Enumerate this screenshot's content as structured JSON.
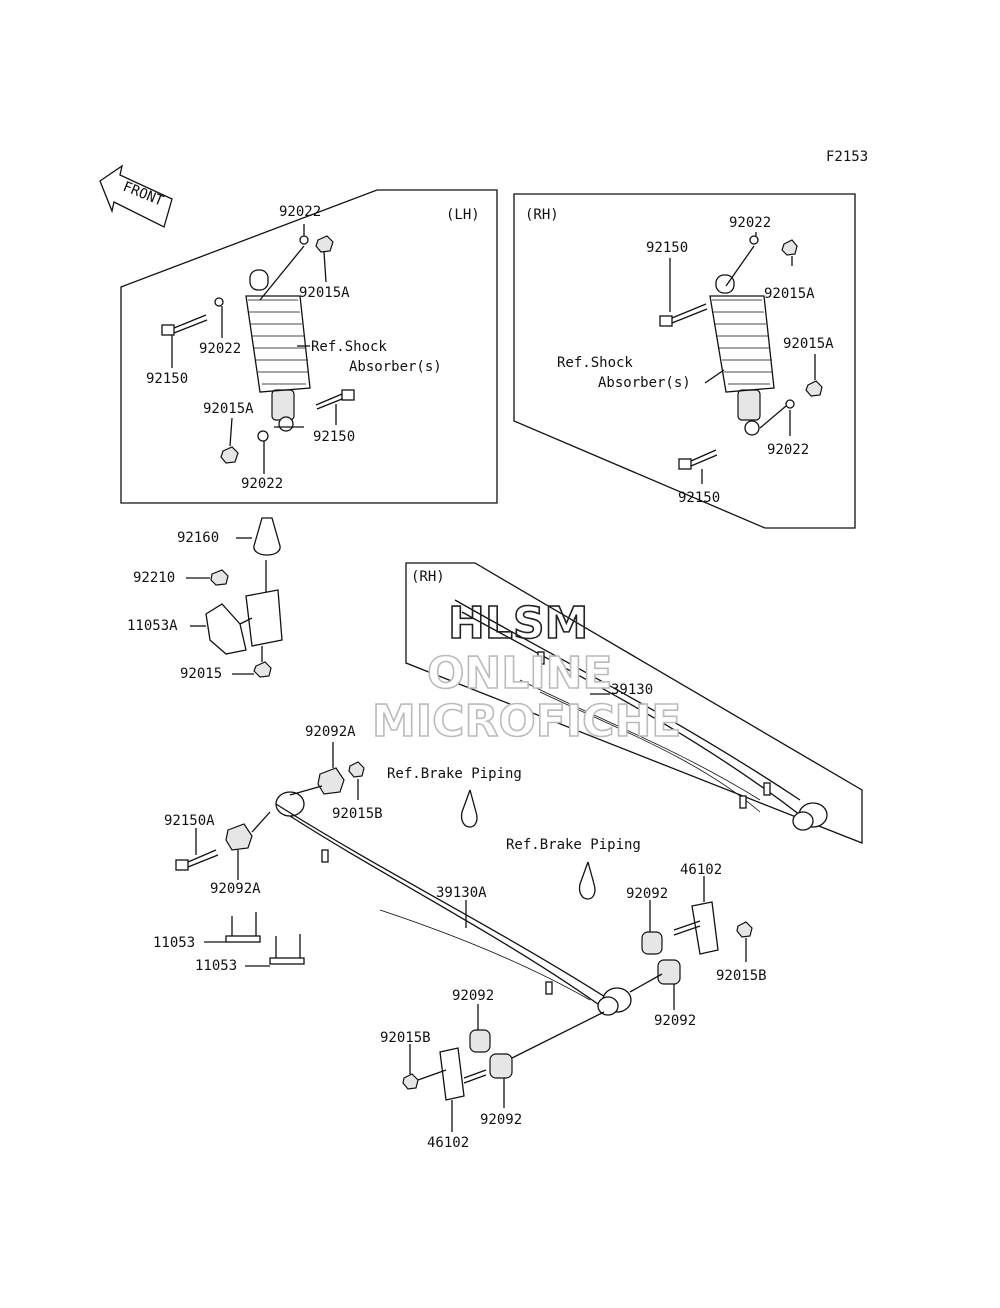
{
  "figure_code": "F2153",
  "front_label": "FRONT",
  "watermark": {
    "line1": "HLSM",
    "line2": "ONLINE",
    "line3": "MICROFICHE"
  },
  "lh_box": {
    "side_label": "(LH)",
    "ref_shock_1": "Ref.Shock",
    "ref_shock_2": "Absorber(s)",
    "parts": {
      "p92022_top": "92022",
      "p92015A_top": "92015A",
      "p92022_mid": "92022",
      "p92150_left": "92150",
      "p92015A_bot": "92015A",
      "p92150_right": "92150",
      "p92022_bot": "92022"
    }
  },
  "rh_box": {
    "side_label": "(RH)",
    "ref_shock_1": "Ref.Shock",
    "ref_shock_2": "Absorber(s)",
    "parts": {
      "p92022_top": "92022",
      "p92150_top": "92150",
      "p92015A_top": "92015A",
      "p92015A_mid": "92015A",
      "p92022_bot": "92022",
      "p92150_bot": "92150"
    }
  },
  "bump_stop": {
    "p92160": "92160",
    "p92210": "92210",
    "p11053A": "11053A",
    "p92015": "92015"
  },
  "leaf_rh": {
    "side_label": "(RH)",
    "p39130": "39130"
  },
  "lower": {
    "p92092A_top": "92092A",
    "p92015B_top": "92015B",
    "ref_brake_1": "Ref.Brake Piping",
    "ref_brake_2": "Ref.Brake Piping",
    "p92150A": "92150A",
    "p92092A_bot": "92092A",
    "p39130A": "39130A",
    "p46102_right": "46102",
    "p92092_r1": "92092",
    "p92015B_right": "92015B",
    "p92092_r2": "92092",
    "p11053_a": "11053",
    "p11053_b": "11053",
    "p92092_c1": "92092",
    "p92015B_left": "92015B",
    "p92092_c2": "92092",
    "p46102_bottom": "46102"
  }
}
